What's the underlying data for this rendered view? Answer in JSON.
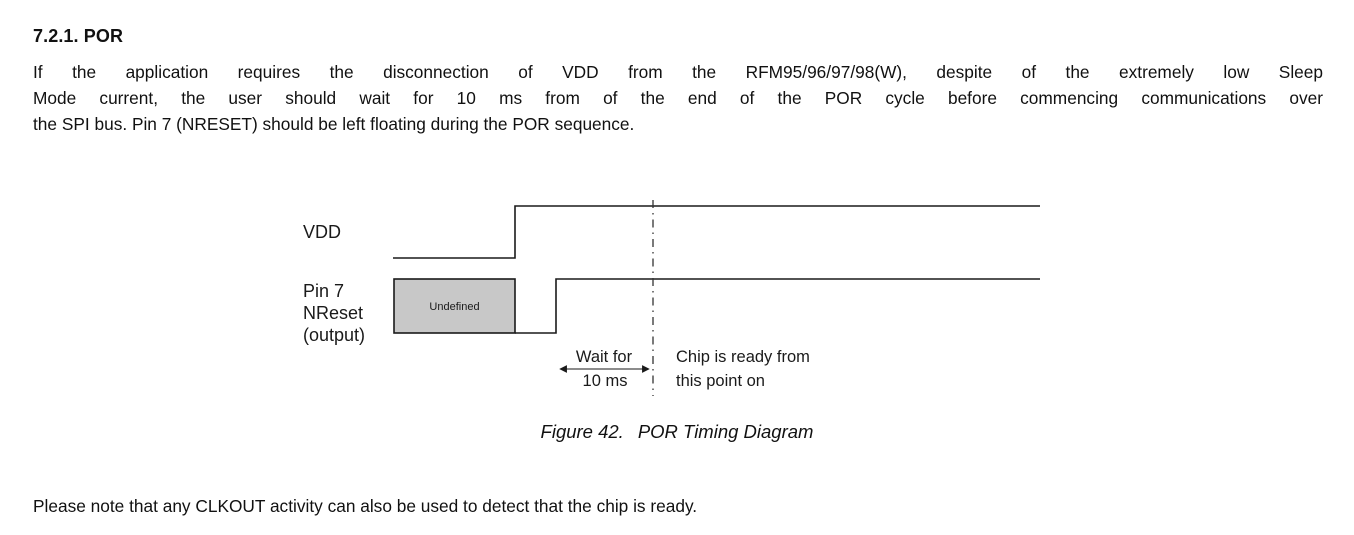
{
  "section": {
    "heading": "7.2.1. POR",
    "paragraph_lines": [
      "If the application requires the disconnection of VDD from the RFM95/96/97/98(W), despite of the extremely low Sleep",
      "Mode current, the user should wait for 10 ms from of the end of the POR cycle before commencing communications over",
      "the SPI bus. Pin 7 (NRESET) should be left floating during the POR sequence."
    ]
  },
  "figure": {
    "signals": [
      {
        "name": "VDD",
        "label_lines": [
          "VDD"
        ]
      },
      {
        "name": "Pin 7 NReset (output)",
        "label_lines": [
          "Pin 7",
          "NReset",
          "(output)"
        ]
      }
    ],
    "undefined_region_label": "Undefined",
    "wait_label_lines": [
      "Wait for",
      "10 ms"
    ],
    "ready_label_lines": [
      "Chip is ready from",
      "this point on"
    ],
    "caption_number": "Figure 42.",
    "caption_title": "POR Timing Diagram",
    "colors": {
      "line": "#1a1a1a",
      "undefined_fill": "#c8c8c8"
    }
  },
  "note": "Please note that any CLKOUT activity can also be used to detect that the chip is ready."
}
